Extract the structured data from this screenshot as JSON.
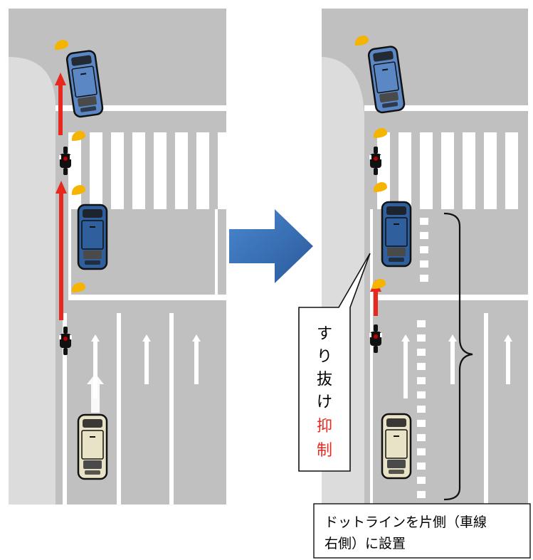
{
  "callout": {
    "line1": "す",
    "line2": "り",
    "line3": "抜",
    "line4": "け",
    "line5": "抑",
    "line6": "制",
    "normal_color": "#000000",
    "highlight_color": "#e8271f"
  },
  "note": {
    "line1": "ドットラインを片側（車線",
    "line2": "右側）に設置"
  },
  "colors": {
    "road": "#c0c0c0",
    "curb": "#dcdcdc",
    "marking": "#ffffff",
    "arrow": "#e8271f",
    "blue_car": "#5b87c5",
    "dark_blue_car": "#2f5f9c",
    "beige_car": "#e8e2c6",
    "blinker": "#f5b400",
    "transition_arrow": "#3a74c0"
  },
  "icons": {
    "car": "car-icon",
    "motorcycle": "motorcycle-icon",
    "transition": "right-arrow-icon",
    "brace": "brace-icon"
  }
}
